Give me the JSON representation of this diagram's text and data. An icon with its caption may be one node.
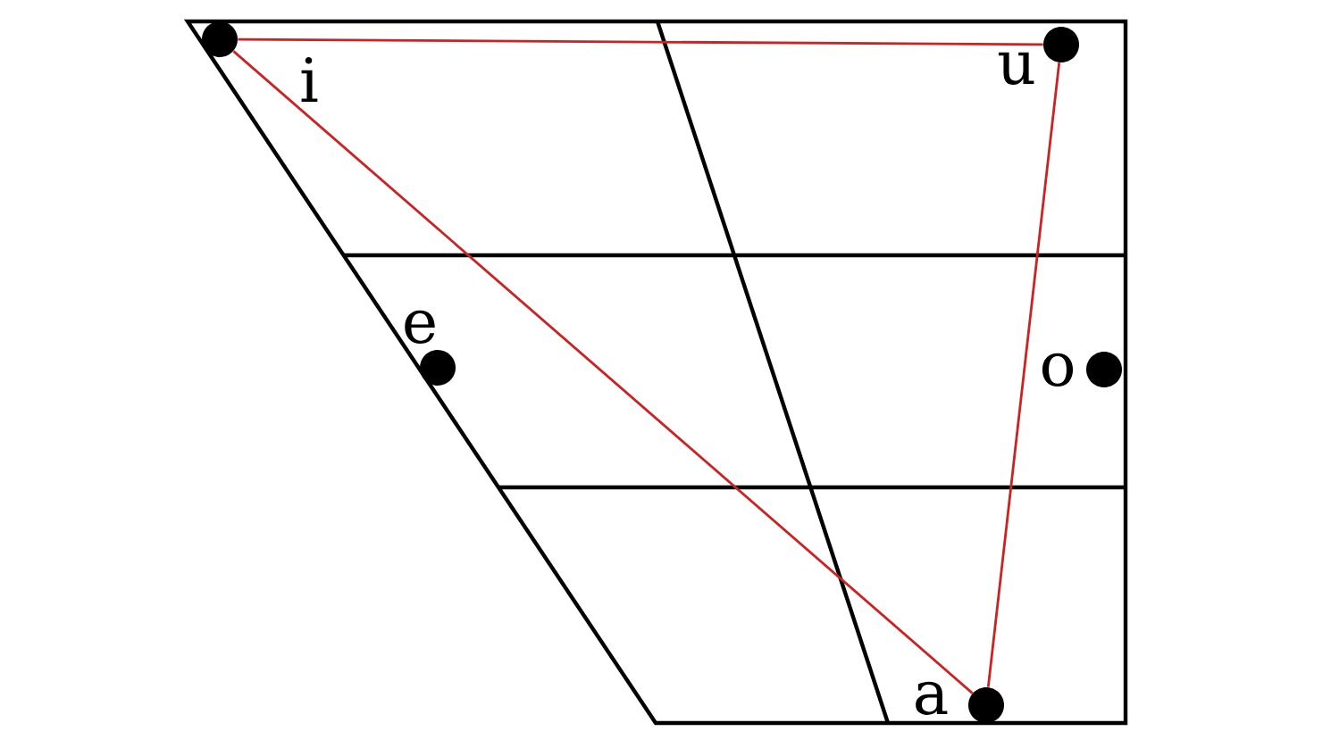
{
  "diagram": {
    "nodes": [
      {
        "text": [],
        "shape": "circle",
        "beside": [
          "i"
        ]
      },
      {
        "text": [],
        "shape": "circle",
        "beside": [
          "u"
        ]
      },
      {
        "text": [],
        "shape": "circle",
        "beside": [
          "e"
        ]
      },
      {
        "text": [],
        "shape": "circle",
        "beside": [
          "o"
        ]
      },
      {
        "text": [],
        "shape": "circle",
        "beside": [
          "a"
        ]
      }
    ],
    "edges": [
      {
        "from": 0,
        "to": 1,
        "arrow": "none",
        "color": "#cc2222"
      },
      {
        "from": 1,
        "to": 4,
        "arrow": "none",
        "color": "#cc2222"
      },
      {
        "from": 4,
        "to": 0,
        "arrow": "none",
        "color": "#cc2222"
      }
    ]
  }
}
